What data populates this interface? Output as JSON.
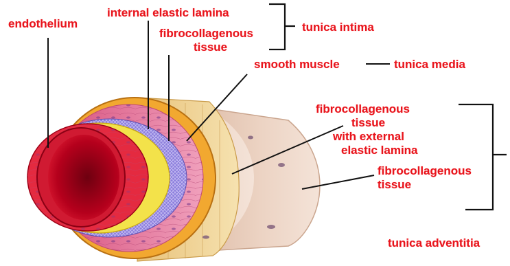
{
  "labels": {
    "endothelium": "endothelium",
    "internal_elastic_lamina": "internal elastic lamina",
    "fibrocollagenous_intima_line1": "fibrocollagenous",
    "fibrocollagenous_intima_line2": "tissue",
    "tunica_intima": "tunica intima",
    "smooth_muscle": "smooth muscle",
    "tunica_media": "tunica media",
    "fibro_external_line1": "fibrocollagenous",
    "fibro_external_line2": "tissue",
    "fibro_external_line3": "with external",
    "fibro_external_line4": "elastic lamina",
    "fibro_adventitia_line1": "fibrocollagenous",
    "fibro_adventitia_line2": "tissue",
    "tunica_adventitia": "tunica adventitia"
  },
  "colors": {
    "label_text": "#e8141c",
    "leader_lines": "#111111",
    "outer_adventitia": "#e8c9b8",
    "adventitia_band": "#f1d79a",
    "external_lamina": "#f0a020",
    "smooth_muscle_layer": "#e886a8",
    "fibro_intima_layer": "#7a6bd0",
    "internal_lamina": "#f2e040",
    "endothelium_layer": "#e01830",
    "lumen": "#b8001a"
  }
}
